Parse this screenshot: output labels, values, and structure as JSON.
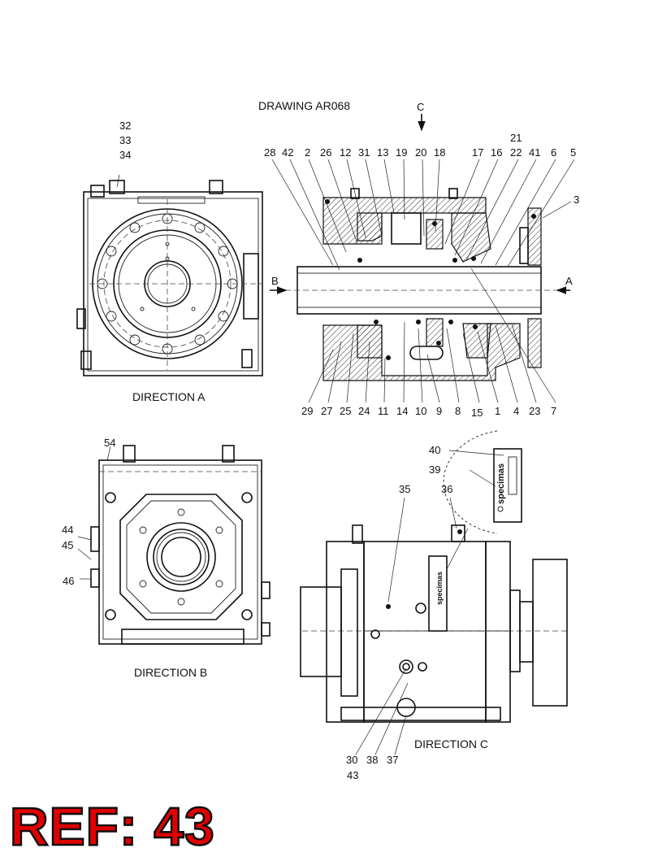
{
  "title": "DRAWING  AR068",
  "reference": "REF: 43",
  "views": {
    "direction_a": "DIRECTION  A",
    "direction_b": "DIRECTION  B",
    "direction_c": "DIRECTION  C",
    "arrow_a": "A",
    "arrow_b": "B",
    "arrow_c": "C"
  },
  "nameplate": {
    "brand": "specimas",
    "brand_small": "specimas"
  },
  "part_labels": {
    "top_left": [
      "32",
      "33",
      "34"
    ],
    "section_top": [
      "28",
      "42",
      "2",
      "26",
      "12",
      "31",
      "13",
      "19",
      "20",
      "18",
      "17",
      "16",
      "41",
      "6",
      "5"
    ],
    "section_top_stack": [
      "21",
      "22"
    ],
    "section_right": "3",
    "section_bottom": [
      "29",
      "27",
      "25",
      "24",
      "11",
      "14",
      "10",
      "9",
      "8",
      "15",
      "1",
      "4",
      "23",
      "7"
    ],
    "direction_b_labels": [
      "54",
      "44",
      "45",
      "46"
    ],
    "direction_c_labels": [
      "40",
      "39",
      "35",
      "36"
    ],
    "direction_c_bottom": [
      "30",
      "38",
      "37"
    ],
    "direction_c_bottom_extra": "43"
  }
}
